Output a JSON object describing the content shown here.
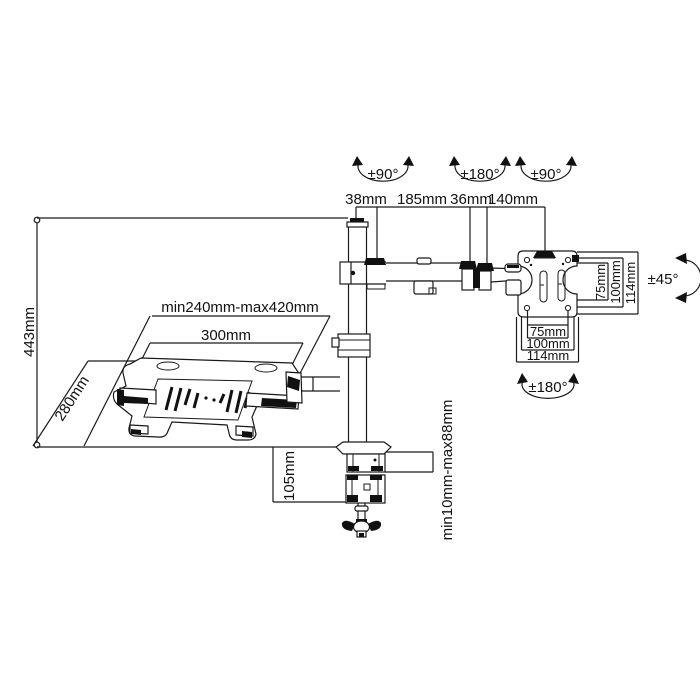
{
  "colors": {
    "line": "#1a1a1a",
    "background": "#ffffff"
  },
  "labels": {
    "height": "443mm",
    "top_dims": [
      "38mm",
      "185mm",
      "36mm",
      "140mm"
    ],
    "rotation_top": [
      "±90°",
      "±180°",
      "±90°"
    ],
    "rotation_tilt": "±45°",
    "rotation_vesa": "±180°",
    "vesa_side_dims": [
      "75mm",
      "100mm",
      "114mm"
    ],
    "vesa_bottom_dims": [
      "75mm",
      "100mm",
      "114mm"
    ],
    "tray_range": "min240mm-max420mm",
    "tray_width": "300mm",
    "tray_depth": "280mm",
    "clamp_height": "105mm",
    "clamp_range": "min10mm-max88mm"
  }
}
